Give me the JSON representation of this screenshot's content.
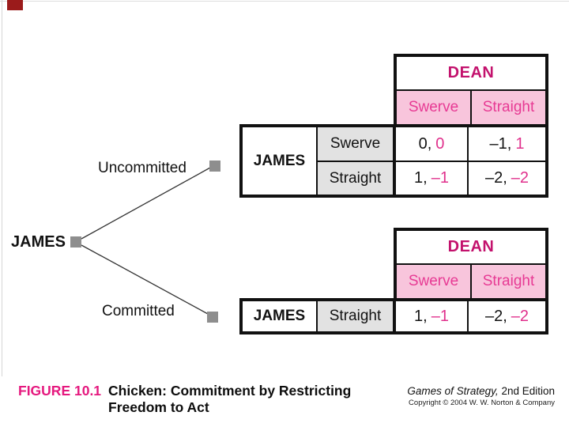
{
  "tree": {
    "root_label": "JAMES",
    "branches": [
      {
        "label": "Uncommitted"
      },
      {
        "label": "Committed"
      }
    ]
  },
  "tables": {
    "top": {
      "column_player": "DEAN",
      "row_player": "JAMES",
      "column_headers": [
        "Swerve",
        "Straight"
      ],
      "rows": [
        {
          "label": "Swerve",
          "payoffs": [
            {
              "james_part": "0,",
              "dean_part": "0"
            },
            {
              "james_part": "–1,",
              "dean_part": "1"
            }
          ]
        },
        {
          "label": "Straight",
          "payoffs": [
            {
              "james_part": "1,",
              "dean_part": "–1"
            },
            {
              "james_part": "–2,",
              "dean_part": "–2"
            }
          ]
        }
      ]
    },
    "bottom": {
      "column_player": "DEAN",
      "row_player": "JAMES",
      "column_headers": [
        "Swerve",
        "Straight"
      ],
      "rows": [
        {
          "label": "Straight",
          "payoffs": [
            {
              "james_part": "1,",
              "dean_part": "–1"
            },
            {
              "james_part": "–2,",
              "dean_part": "–2"
            }
          ]
        }
      ]
    }
  },
  "caption": {
    "figure_label": "FIGURE 10.1",
    "title_line1": "Chicken: Commitment by Restricting",
    "title_line2": "Freedom to Act"
  },
  "credits": {
    "book_title_italic": "Games of Strategy,",
    "book_edition": " 2nd Edition",
    "copyright_line": "Copyright © 2004 W. W. Norton & Company"
  },
  "colors": {
    "header_magenta": "#c3126d",
    "figure_pink": "#e5187e",
    "payoff_pink": "#e0308c",
    "pink_cell_bg": "#f8c5dc",
    "gray_cell_bg": "#e2e2e2",
    "node_gray": "#8e8e8e",
    "accent_box": "#9b1b1b"
  }
}
